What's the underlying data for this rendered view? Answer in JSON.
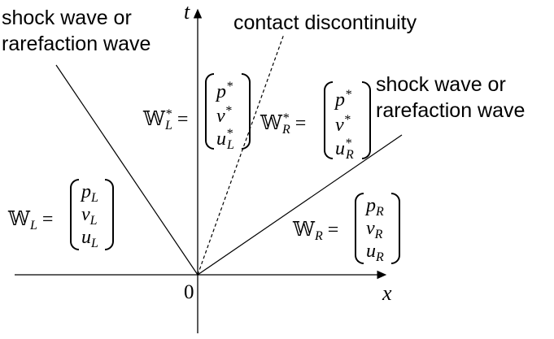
{
  "labels": {
    "shock_left_line1": "shock wave or",
    "shock_left_line2": "rarefaction wave",
    "contact": "contact discontinuity",
    "shock_right_line1": "shock wave or",
    "shock_right_line2": "rarefaction wave",
    "axis_t": "t",
    "axis_x": "x",
    "origin": "0"
  },
  "states": {
    "left": {
      "symbol": "𝕎",
      "sub": "L",
      "sup": "",
      "components": [
        [
          "p",
          "L",
          ""
        ],
        [
          "v",
          "L",
          ""
        ],
        [
          "u",
          "L",
          ""
        ]
      ]
    },
    "left_star": {
      "symbol": "𝕎",
      "sub": "L",
      "sup": "*",
      "components": [
        [
          "p",
          "",
          "*"
        ],
        [
          "v",
          "",
          "*"
        ],
        [
          "u",
          "L",
          "*"
        ]
      ]
    },
    "right_star": {
      "symbol": "𝕎",
      "sub": "R",
      "sup": "*",
      "components": [
        [
          "p",
          "",
          "*"
        ],
        [
          "v",
          "",
          "*"
        ],
        [
          "u",
          "R",
          "*"
        ]
      ]
    },
    "right": {
      "symbol": "𝕎",
      "sub": "R",
      "sup": "",
      "components": [
        [
          "p",
          "R",
          ""
        ],
        [
          "v",
          "R",
          ""
        ],
        [
          "u",
          "R",
          ""
        ]
      ]
    }
  }
}
